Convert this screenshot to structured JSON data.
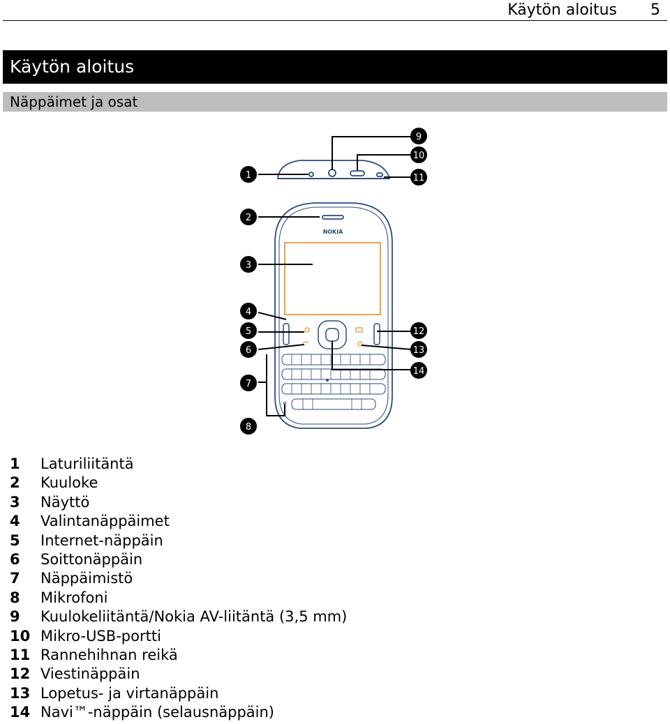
{
  "header": {
    "title": "Käytön aloitus",
    "page_number": "5"
  },
  "section": {
    "title": "Käytön aloitus"
  },
  "subsection": {
    "title": "Näppäimet ja osat"
  },
  "figure": {
    "phone_brand": "NOKIA",
    "callouts": [
      "1",
      "2",
      "3",
      "4",
      "5",
      "6",
      "7",
      "8",
      "9",
      "10",
      "11",
      "12",
      "13",
      "14"
    ]
  },
  "legend": [
    {
      "num": "1",
      "label": "Laturiliitäntä"
    },
    {
      "num": "2",
      "label": "Kuuloke"
    },
    {
      "num": "3",
      "label": "Näyttö"
    },
    {
      "num": "4",
      "label": "Valintanäppäimet"
    },
    {
      "num": "5",
      "label": "Internet-näppäin"
    },
    {
      "num": "6",
      "label": "Soittonäppäin"
    },
    {
      "num": "7",
      "label": "Näppäimistö"
    },
    {
      "num": "8",
      "label": "Mikrofoni"
    },
    {
      "num": "9",
      "label": "Kuulokeliitäntä/Nokia AV-liitäntä (3,5 mm)"
    },
    {
      "num": "10",
      "label": "Mikro-USB-portti"
    },
    {
      "num": "11",
      "label": "Rannehihnan reikä"
    },
    {
      "num": "12",
      "label": "Viestinäppäin"
    },
    {
      "num": "13",
      "label": "Lopetus- ja virtanäppäin"
    },
    {
      "num": "14",
      "label": "Navi™-näppäin (selausnäppäin)"
    }
  ],
  "colors": {
    "outline": "#2a4a7a",
    "screen": "#e8a24a",
    "callout_circle": "#000000",
    "section_bar": "#000000",
    "subsection_bar": "#bdbdbd"
  }
}
